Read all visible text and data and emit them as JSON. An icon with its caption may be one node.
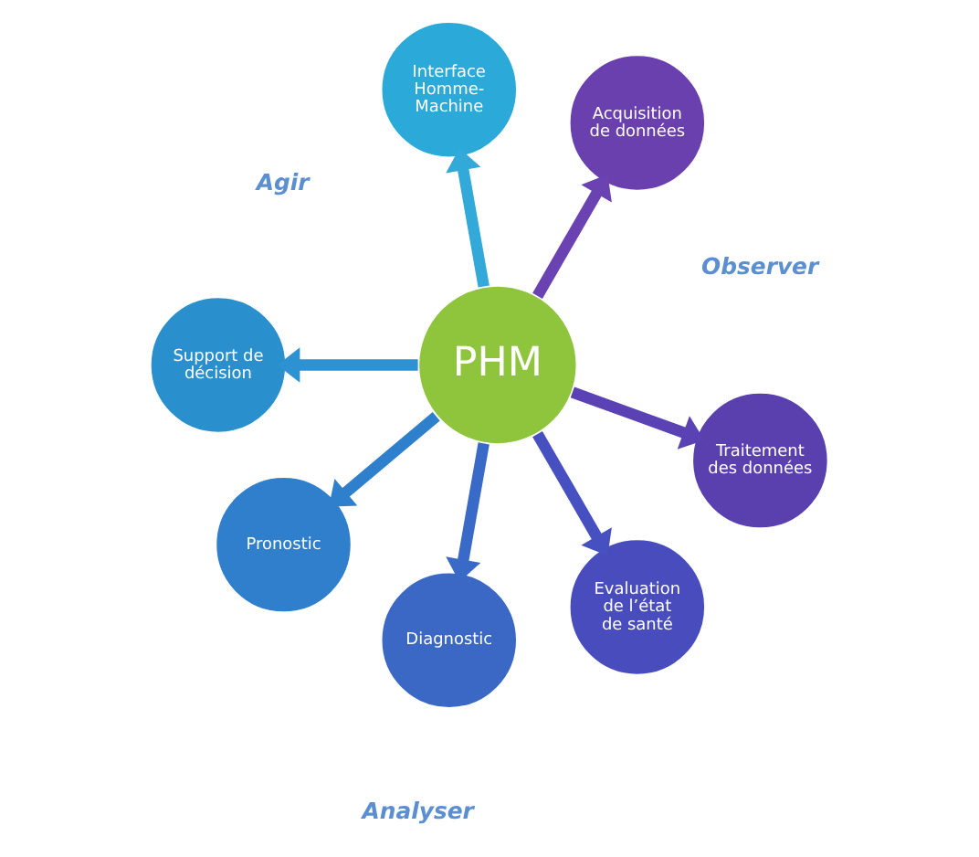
{
  "diagram": {
    "nodes": [
      {
        "text": [
          "Interface Homme-Machine"
        ]
      },
      {
        "text": [
          "Acquisition de données"
        ]
      },
      {
        "text": [
          "Support de décision"
        ]
      },
      {
        "text": [
          "PHM"
        ]
      },
      {
        "text": [
          "Traitement des données"
        ]
      },
      {
        "text": [
          "Pronostic"
        ]
      },
      {
        "text": [
          "Evaluation de l’état de santé"
        ]
      },
      {
        "text": [
          "Diagnostic"
        ]
      }
    ],
    "edges": [
      {
        "from": 3,
        "to": 0,
        "arrow": "to",
        "color": "#33a9d9"
      },
      {
        "from": 3,
        "to": 1,
        "arrow": "to",
        "color": "#6a42b2"
      },
      {
        "from": 3,
        "to": 4,
        "arrow": "to",
        "color": "#5b42b4"
      },
      {
        "from": 3,
        "to": 6,
        "arrow": "to",
        "color": "#4650c0"
      },
      {
        "from": 3,
        "to": 7,
        "arrow": "to",
        "color": "#3a6ac8"
      },
      {
        "from": 3,
        "to": 5,
        "arrow": "to",
        "color": "#2f80cc"
      },
      {
        "from": 3,
        "to": 2,
        "arrow": "to",
        "color": "#2e92d2"
      }
    ],
    "labels": [
      "Agir",
      "Observer",
      "Analyser"
    ]
  }
}
